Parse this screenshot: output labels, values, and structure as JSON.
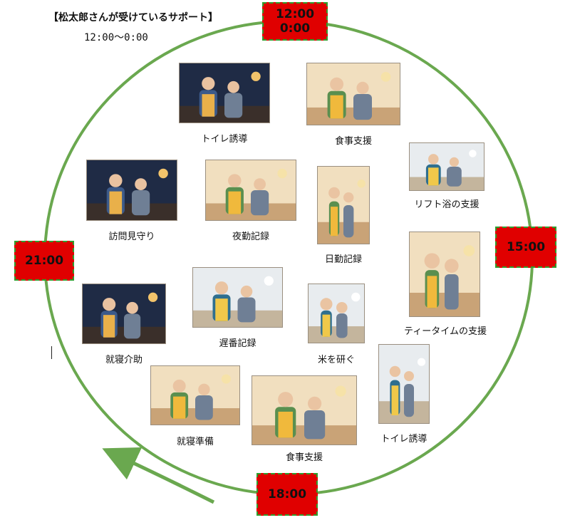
{
  "header": {
    "title": "【松太郎さんが受けているサポート】",
    "time_range": "12:00～0:00"
  },
  "time_markers": [
    {
      "line1": "12:00",
      "line2": "0:00"
    },
    {
      "line1": "15:00"
    },
    {
      "line1": "18:00"
    },
    {
      "line1": "21:00"
    }
  ],
  "activities": [
    {
      "label": "トイレ誘導",
      "scene": "night"
    },
    {
      "label": "食事支援",
      "scene": "warm"
    },
    {
      "label": "リフト浴の支援",
      "scene": "light"
    },
    {
      "label": "訪問見守り",
      "scene": "night"
    },
    {
      "label": "夜勤記録",
      "scene": "warm"
    },
    {
      "label": "日勤記録",
      "scene": "warm"
    },
    {
      "label": "ティータイムの支援",
      "scene": "warm"
    },
    {
      "label": "就寝介助",
      "scene": "night"
    },
    {
      "label": "遅番記録",
      "scene": "light"
    },
    {
      "label": "米を研ぐ",
      "scene": "light"
    },
    {
      "label": "就寝準備",
      "scene": "warm"
    },
    {
      "label": "食事支援",
      "scene": "warm"
    },
    {
      "label": "トイレ誘導",
      "scene": "light"
    }
  ],
  "colors": {
    "ring": "#6aa84f",
    "marker_fill": "#e00000",
    "marker_border": "#2e9e2e"
  }
}
